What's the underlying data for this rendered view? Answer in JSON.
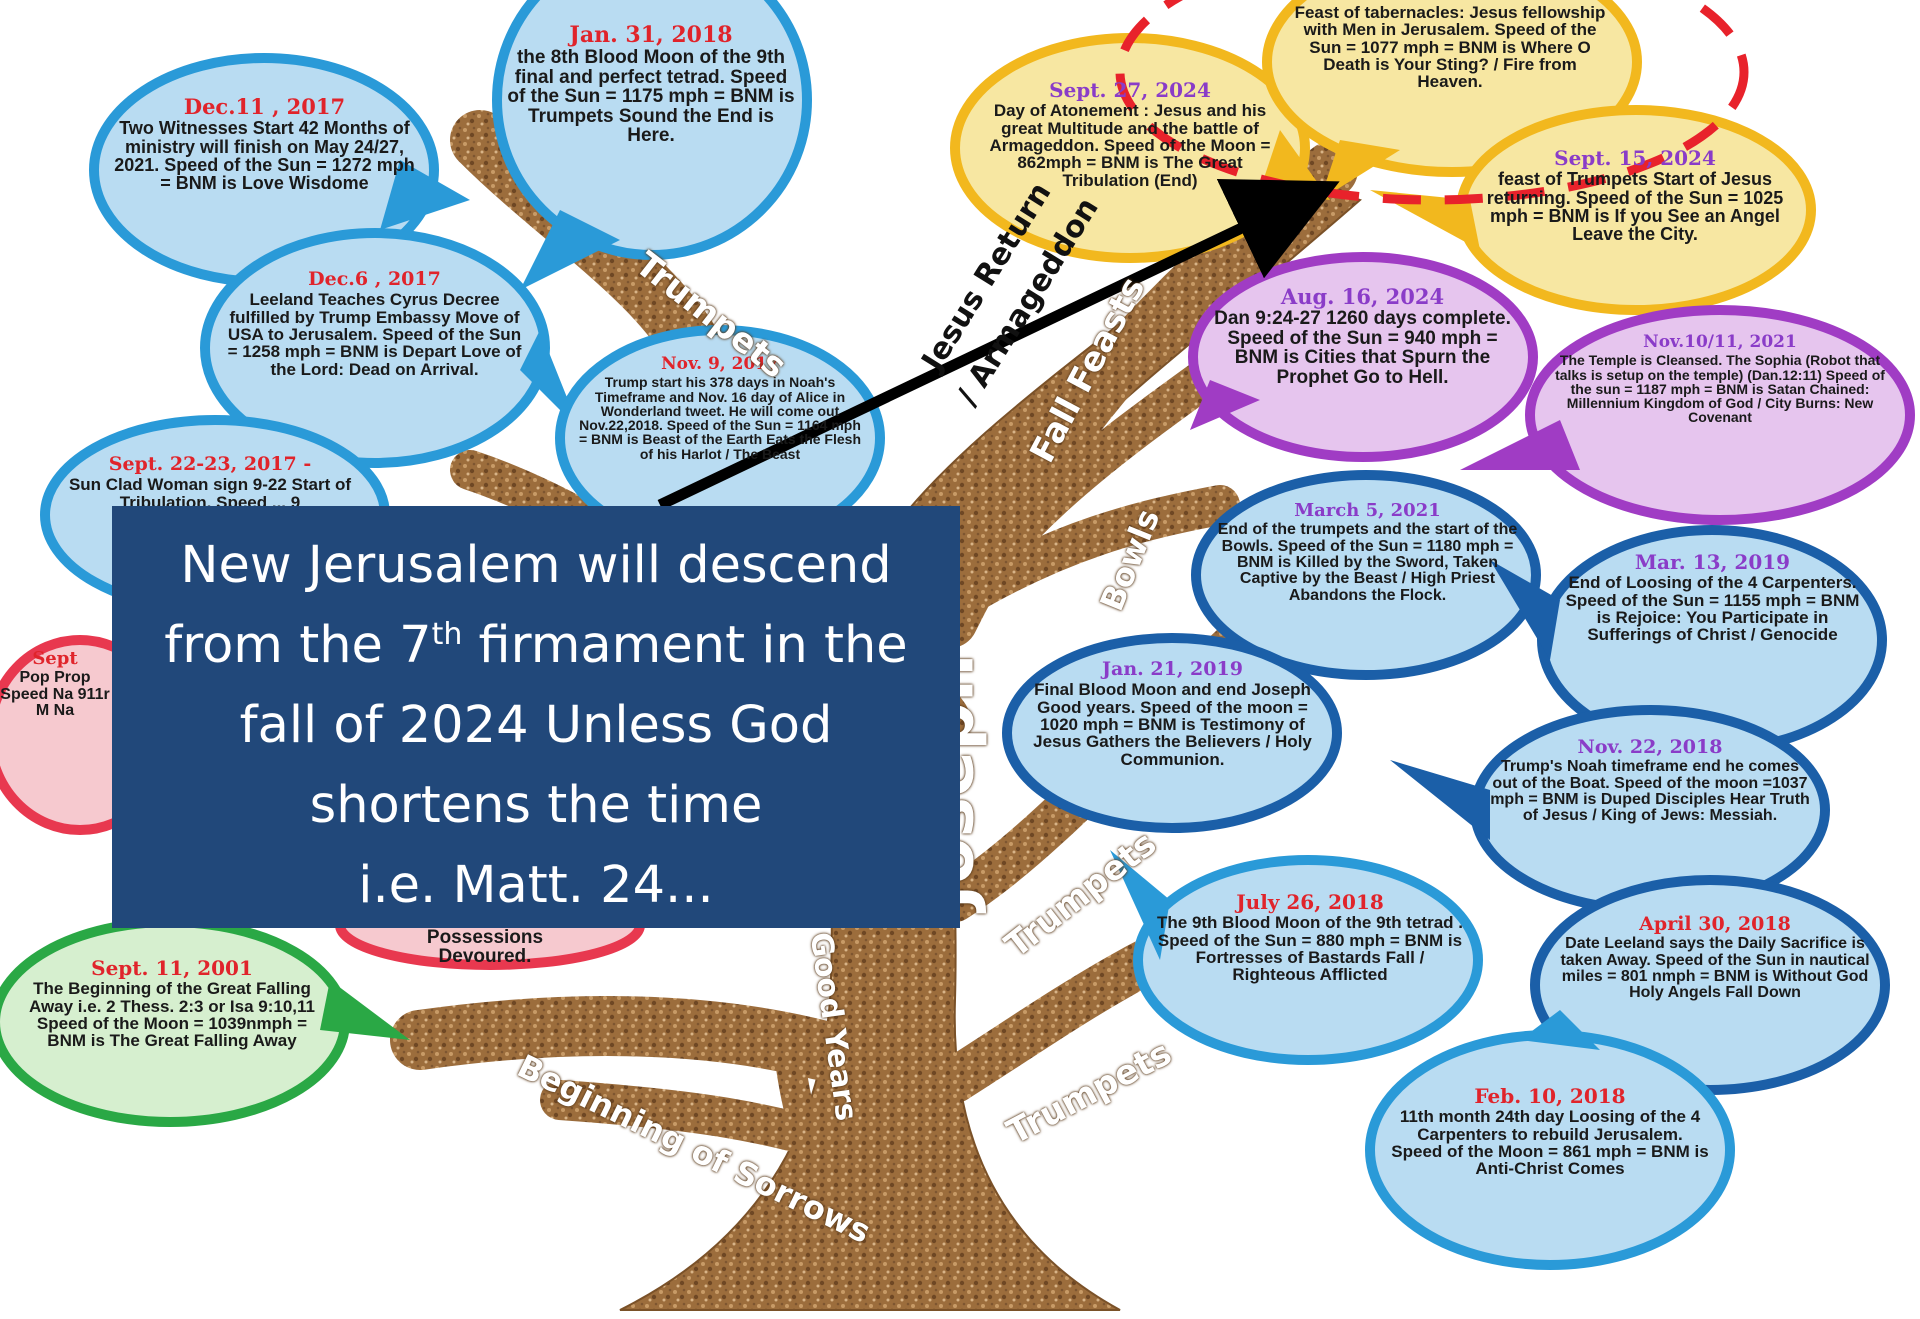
{
  "callout": {
    "line1": "New Jerusalem will descend",
    "line2_a": "from the 7",
    "line2_sup": "th",
    "line2_b": " firmament in the",
    "line3": "fall of 2024 Unless God",
    "line4": "shortens the time",
    "line5": "i.e. Matt. 24..."
  },
  "trunk_label": "Joseph",
  "branches": {
    "trumpets_top": "Trumpets",
    "jesus_return": "Jesus Return",
    "armageddon": "/ Armageddon",
    "fall_feasts": "Fall Feasts",
    "bowls": "Bowls",
    "trumpets_mid": "Trumpets",
    "trumpets_low": "Trumpets",
    "good_years": "Good Years",
    "beginning": "Beginning of Sorrows"
  },
  "bubbles": {
    "jan31_2018": {
      "date": "Jan. 31, 2018",
      "text": "the 8th Blood Moon of the 9th final and perfect tetrad. Speed of the Sun = 1175 mph = BNM is Trumpets Sound the End is Here."
    },
    "dec11_2017": {
      "date": "Dec.11 , 2017",
      "text": "Two Witnesses Start 42 Months of ministry will finish on May 24/27, 2021. Speed of the Sun = 1272 mph = BNM is Love Wisdome"
    },
    "dec6_2017": {
      "date": "Dec.6 , 2017",
      "text": "Leeland Teaches Cyrus Decree fulfilled by Trump Embassy Move of USA to Jerusalem. Speed of the Sun = 1258 mph = BNM is Depart Love of the Lord: Dead on Arrival."
    },
    "nov9_2017": {
      "date": "Nov. 9, 2017",
      "text": "Trump start his 378 days in Noah's Timeframe and Nov. 16 day of Alice in Wonderland tweet. He will come out Nov.22,2018. Speed of the Sun = 1164 mph = BNM is Beast of the Earth Eats the Flesh of his Harlot / The Beast"
    },
    "sept22_2017": {
      "date": "Sept. 22-23, 2017 -",
      "text": "Sun Clad Woman sign 9-22 Start of Tribulation. Speed ... 9"
    },
    "sept_left": {
      "date": "Sept",
      "text": "Pop Prop Speed Na 911r M Na"
    },
    "possessions": {
      "text": "Possessions Devoured."
    },
    "sept11_2001": {
      "date": "Sept. 11, 2001",
      "text": "The Beginning of the Great Falling Away i.e. 2 Thess. 2:3 or Isa 9:10,11 Speed of the Moon = 1039nmph = BNM is The Great Falling Away"
    },
    "sept27_2024": {
      "date": "Sept. 27, 2024",
      "text": "Day of Atonement : Jesus and his great Multitude and the battle of Armageddon. Speed of the Moon = 862mph = BNM is The Great Tribulation (End)"
    },
    "tabernacles": {
      "text": "Feast of tabernacles: Jesus fellowship with Men in Jerusalem. Speed of the Sun = 1077 mph = BNM is Where O Death is Your Sting? / Fire from Heaven."
    },
    "sept15_2024": {
      "date": "Sept. 15, 2024",
      "text": "feast of Trumpets Start of Jesus returning. Speed of the Sun = 1025 mph = BNM is If you See an Angel Leave the City."
    },
    "aug16_2024": {
      "date": "Aug. 16, 2024",
      "text": "Dan 9:24-27 1260 days complete. Speed of the Sun = 940 mph = BNM is Cities that Spurn the Prophet Go to Hell."
    },
    "nov10_2021": {
      "date": "Nov.10/11, 2021",
      "text": "The Temple is Cleansed. The Sophia (Robot that talks is setup on the temple) (Dan.12:11) Speed of the sun = 1187 mph = BNM is Satan Chained: Millennium Kingdom of God / City Burns: New Covenant"
    },
    "march5_2021": {
      "date": "March 5, 2021",
      "text": "End of the trumpets and the start of the Bowls. Speed of the Sun = 1180 mph = BNM is Killed by the Sword, Taken Captive by the Beast / High Priest Abandons the Flock."
    },
    "mar13_2019": {
      "date": "Mar. 13, 2019",
      "text": "End of Loosing of the 4 Carpenters. Speed of the Sun = 1155 mph = BNM is Rejoice: You Participate in Sufferings of Christ / Genocide"
    },
    "jan21_2019": {
      "date": "Jan. 21, 2019",
      "text": "Final Blood Moon and end Joseph Good years. Speed of the moon = 1020 mph = BNM is Testimony of Jesus Gathers the Believers / Holy Communion."
    },
    "nov22_2018": {
      "date": "Nov. 22, 2018",
      "text": "Trump's Noah timeframe end he comes out of the Boat. Speed of the moon =1037 mph = BNM is Duped Disciples Hear Truth of Jesus / King of Jews: Messiah."
    },
    "july26_2018": {
      "date": "July 26, 2018",
      "text": "The 9th Blood Moon of the 9th tetrad . Speed of the Sun = 880 mph = BNM is Fortresses of Bastards Fall / Righteous Afflicted"
    },
    "april30_2018": {
      "date": "April 30, 2018",
      "text": "Date Leeland says the Daily Sacrifice is taken Away. Speed of the Sun in nautical miles = 801 nmph = BNM is Without God Holy Angels Fall Down"
    },
    "feb10_2018": {
      "date": "Feb. 10, 2018",
      "text": "11th month 24th day Loosing of the 4 Carpenters to rebuild Jerusalem. Speed of the Moon = 861 mph = BNM is Anti-Christ Comes"
    }
  },
  "colors": {
    "callout_bg": "#21487a",
    "blue_bubble": "#b9dcf2",
    "blue_border": "#2a9ad8",
    "dark_blue_border": "#1b5fa8",
    "yellow_bubble": "#f7e7a2",
    "yellow_border": "#f2b81e",
    "purple_bubble": "#e6c5ee",
    "purple_border": "#a03cc4",
    "green_bubble": "#d6efcf",
    "green_border": "#2aa845",
    "red_bubble": "#f6c9cf",
    "red_border": "#e8384f",
    "date_red": "#e0242b",
    "date_purple": "#8a3cc8",
    "trunk": "#9a6b3a",
    "dashed_circle": "#e8222b",
    "arrow": "#000000"
  }
}
